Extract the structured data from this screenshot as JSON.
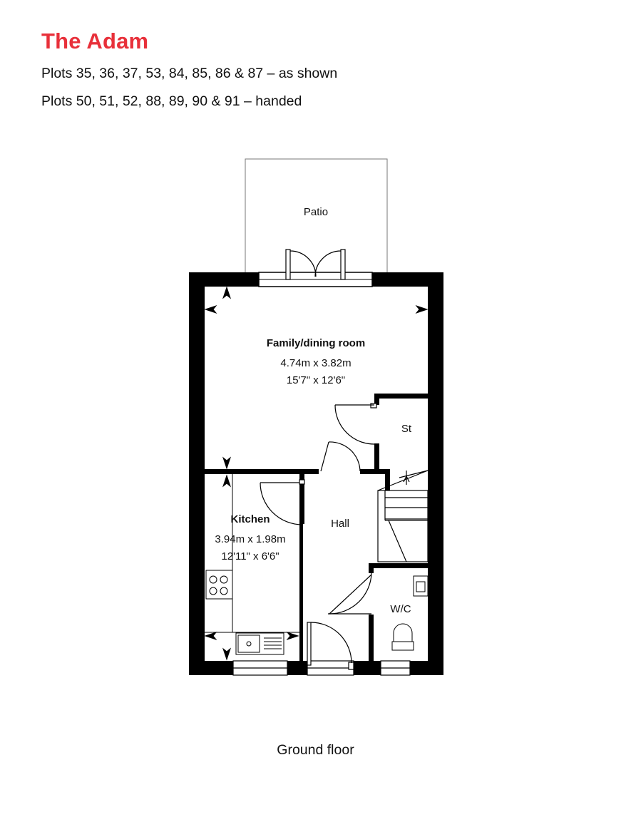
{
  "header": {
    "title": "The Adam",
    "plots_as_shown": "Plots 35, 36, 37, 53, 84, 85, 86 & 87 – as shown",
    "plots_handed": "Plots 50, 51, 52, 88, 89, 90 & 91 – handed"
  },
  "rooms": {
    "patio": {
      "name": "Patio"
    },
    "family_dining": {
      "name": "Family/dining room",
      "metric": "4.74m x 3.82m",
      "imperial": "15'7\" x 12'6\""
    },
    "store": {
      "name": "St"
    },
    "hall": {
      "name": "Hall"
    },
    "kitchen": {
      "name": "Kitchen",
      "metric": "3.94m x 1.98m",
      "imperial": "12'11\" x 6'6\""
    },
    "wc": {
      "name": "W/C"
    }
  },
  "floor_caption": "Ground floor",
  "colors": {
    "accent": "#e8303a",
    "walls": "#000000"
  }
}
